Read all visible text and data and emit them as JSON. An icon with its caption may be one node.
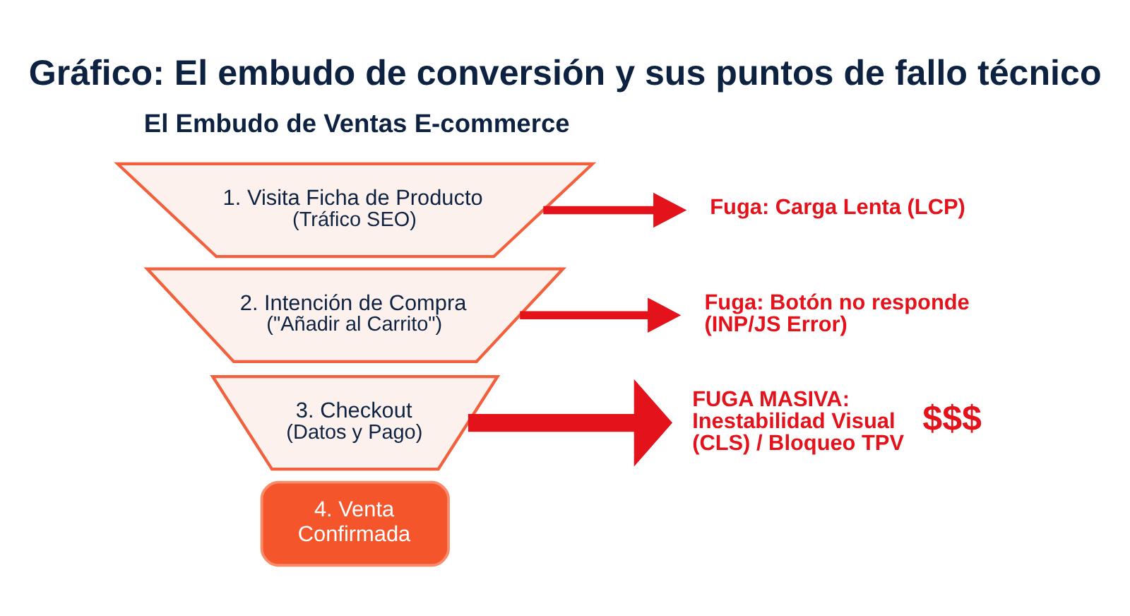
{
  "diagram": {
    "title": "Gráfico: El embudo de conversión y sus puntos de fallo técnico",
    "nodes": [
      {
        "text": [
          "1. Visita Ficha de Producto",
          "(Tráfico SEO)"
        ]
      },
      {
        "text": [
          "2. Intención de Compra",
          "(\"Añadir al Carrito\")"
        ]
      },
      {
        "text": [
          "3. Checkout",
          "(Datos y Pago)"
        ]
      },
      {
        "text": [
          "4. Venta Confirmada"
        ]
      },
      {
        "text": [
          "Fuga: Carga Lenta (LCP)"
        ]
      },
      {
        "text": [
          "Fuga: Botón no responde (INP/JS Error)"
        ]
      },
      {
        "text": [
          "FUGA MASIVA: Inestabilidad Visual (CLS) / Bloqueo TPV"
        ],
        "beside": [
          "$$$"
        ]
      }
    ],
    "edges": [
      {
        "from": 0,
        "to": 4,
        "arrow": "to"
      },
      {
        "from": 1,
        "to": 5,
        "arrow": "to"
      },
      {
        "from": 2,
        "to": 6,
        "arrow": "to",
        "style": "thick"
      }
    ],
    "labels": [
      "El Embudo de Ventas E-commerce"
    ]
  }
}
